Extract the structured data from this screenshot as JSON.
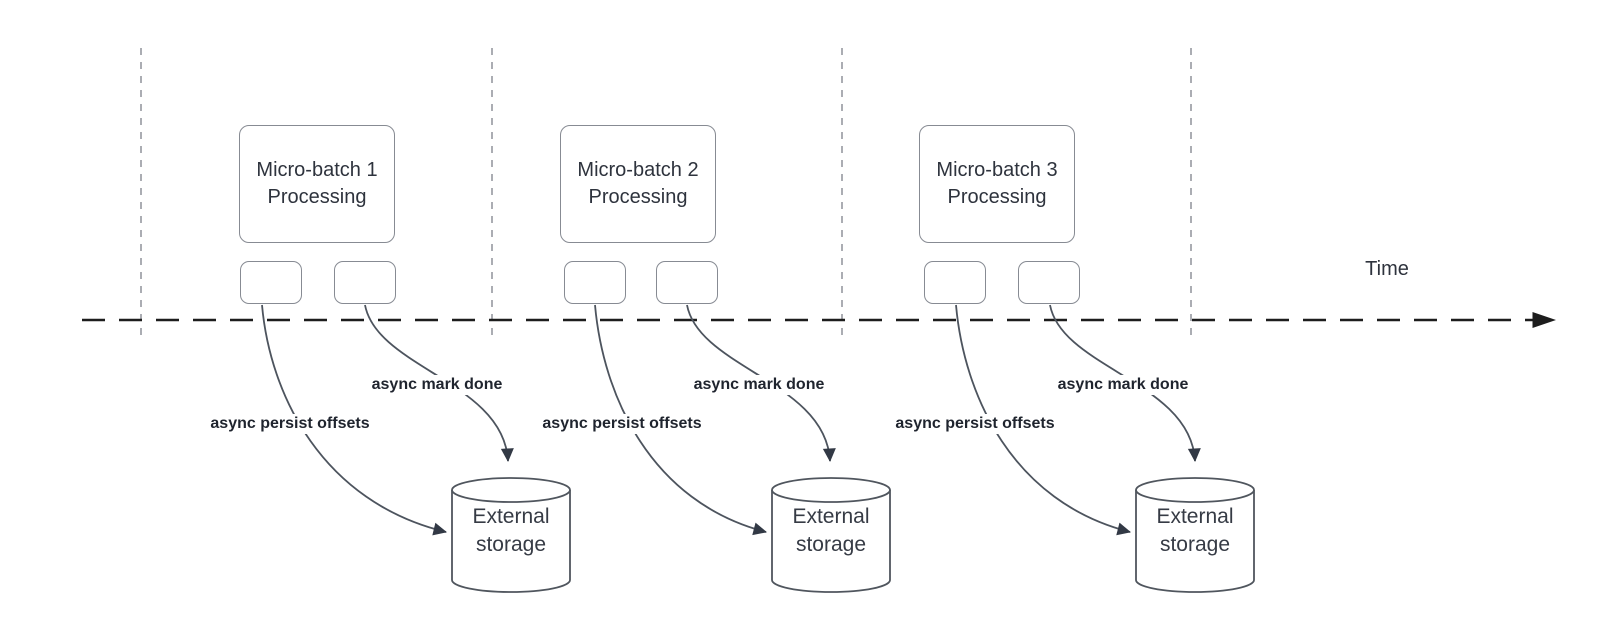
{
  "diagram": {
    "time_axis_label": "Time",
    "groups": [
      {
        "process_box": {
          "line1": "Micro-batch 1",
          "line2": "Processing"
        },
        "persist_arrow_label": "async persist offsets",
        "done_arrow_label": "async mark done",
        "storage": {
          "line1": "External",
          "line2": "storage"
        }
      },
      {
        "process_box": {
          "line1": "Micro-batch 2",
          "line2": "Processing"
        },
        "persist_arrow_label": "async persist offsets",
        "done_arrow_label": "async mark done",
        "storage": {
          "line1": "External",
          "line2": "storage"
        }
      },
      {
        "process_box": {
          "line1": "Micro-batch 3",
          "line2": "Processing"
        },
        "persist_arrow_label": "async persist offsets",
        "done_arrow_label": "async mark done",
        "storage": {
          "line1": "External",
          "line2": "storage"
        }
      }
    ],
    "colors": {
      "background": "#ffffff",
      "box_border": "#878b93",
      "text": "#2e333d",
      "label_text": "#1f242e",
      "connector": "#4d545e",
      "arrowhead": "#323945",
      "timeline": "#1d1d1d",
      "gridline": "#abadb3"
    }
  }
}
